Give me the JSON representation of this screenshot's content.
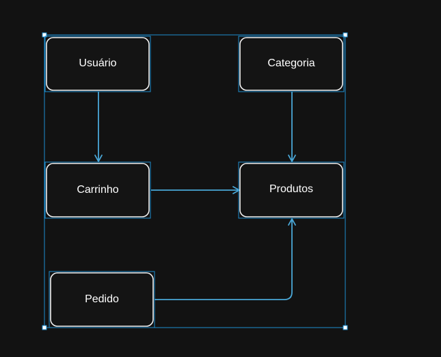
{
  "canvas": {
    "background": "#121212"
  },
  "colors": {
    "node_fill": "#141414",
    "node_stroke": "#f2f2f2",
    "selection": "#1f8fd0",
    "arrow": "#4aa8d8",
    "text": "#ffffff"
  },
  "nodes": {
    "usuario": {
      "label": "Usuário"
    },
    "categoria": {
      "label": "Categoria"
    },
    "carrinho": {
      "label": "Carrinho"
    },
    "produtos": {
      "label": "Produtos"
    },
    "pedido": {
      "label": "Pedido"
    }
  },
  "edges": [
    {
      "from": "usuario",
      "to": "carrinho"
    },
    {
      "from": "categoria",
      "to": "produtos"
    },
    {
      "from": "carrinho",
      "to": "produtos"
    },
    {
      "from": "pedido",
      "to": "produtos"
    }
  ]
}
